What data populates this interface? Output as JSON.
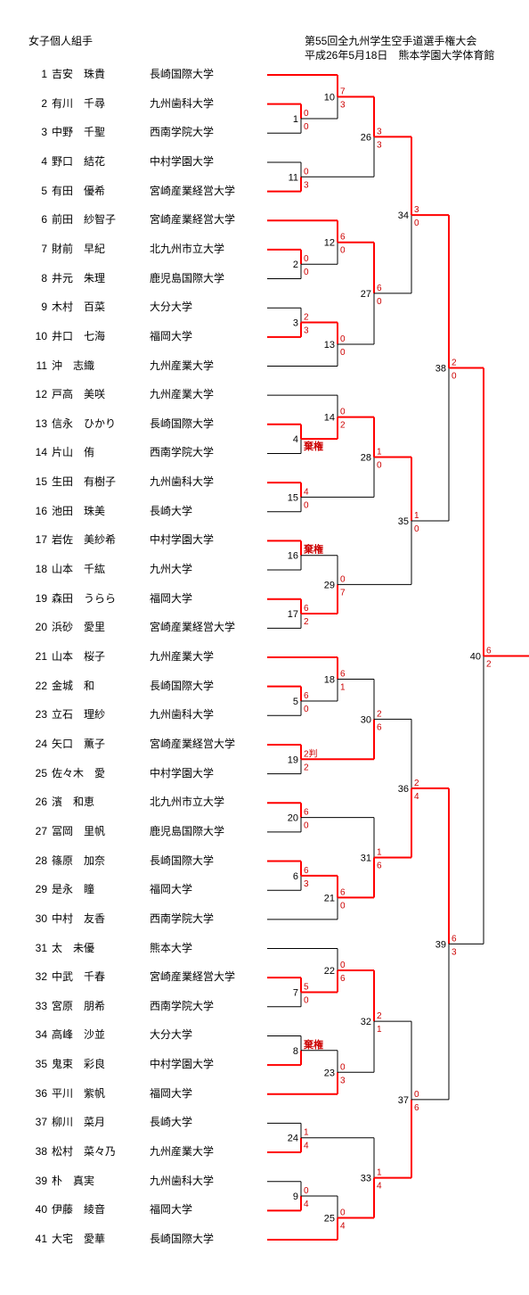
{
  "header": {
    "category": "女子個人組手",
    "event": "第55回全九州学生空手道選手権大会",
    "date_venue": "平成26年5月18日　熊本学園大学体育館"
  },
  "colors": {
    "winner": "#ff0000",
    "line": "#000000",
    "score": "#cc0000"
  },
  "players": [
    {
      "no": "1",
      "name": "吉安　珠貴",
      "school": "長崎国際大学"
    },
    {
      "no": "2",
      "name": "有川　千尋",
      "school": "九州歯科大学"
    },
    {
      "no": "3",
      "name": "中野　千聖",
      "school": "西南学院大学"
    },
    {
      "no": "4",
      "name": "野口　結花",
      "school": "中村学園大学"
    },
    {
      "no": "5",
      "name": "有田　優希",
      "school": "宮崎産業経営大学"
    },
    {
      "no": "6",
      "name": "前田　紗智子",
      "school": "宮崎産業経営大学"
    },
    {
      "no": "7",
      "name": "財前　早紀",
      "school": "北九州市立大学"
    },
    {
      "no": "8",
      "name": "井元　朱理",
      "school": "鹿児島国際大学"
    },
    {
      "no": "9",
      "name": "木村　百菜",
      "school": "大分大学"
    },
    {
      "no": "10",
      "name": "井口　七海",
      "school": "福岡大学"
    },
    {
      "no": "11",
      "name": "沖　志織",
      "school": "九州産業大学"
    },
    {
      "no": "12",
      "name": "戸高　美咲",
      "school": "九州産業大学"
    },
    {
      "no": "13",
      "name": "信永　ひかり",
      "school": "長崎国際大学"
    },
    {
      "no": "14",
      "name": "片山　侑",
      "school": "西南学院大学"
    },
    {
      "no": "15",
      "name": "生田　有樹子",
      "school": "九州歯科大学"
    },
    {
      "no": "16",
      "name": "池田　珠美",
      "school": "長崎大学"
    },
    {
      "no": "17",
      "name": "岩佐　美紗希",
      "school": "中村学園大学"
    },
    {
      "no": "18",
      "name": "山本　千紘",
      "school": "九州大学"
    },
    {
      "no": "19",
      "name": "森田　うらら",
      "school": "福岡大学"
    },
    {
      "no": "20",
      "name": "浜砂　愛里",
      "school": "宮崎産業経営大学"
    },
    {
      "no": "21",
      "name": "山本　桜子",
      "school": "九州産業大学"
    },
    {
      "no": "22",
      "name": "金城　和",
      "school": "長崎国際大学"
    },
    {
      "no": "23",
      "name": "立石　理紗",
      "school": "九州歯科大学"
    },
    {
      "no": "24",
      "name": "矢口　薫子",
      "school": "宮崎産業経営大学"
    },
    {
      "no": "25",
      "name": "佐々木　愛",
      "school": "中村学園大学"
    },
    {
      "no": "26",
      "name": "濱　和恵",
      "school": "北九州市立大学"
    },
    {
      "no": "27",
      "name": "冨岡　里帆",
      "school": "鹿児島国際大学"
    },
    {
      "no": "28",
      "name": "篠原　加奈",
      "school": "長崎国際大学"
    },
    {
      "no": "29",
      "name": "是永　瞳",
      "school": "福岡大学"
    },
    {
      "no": "30",
      "name": "中村　友香",
      "school": "西南学院大学"
    },
    {
      "no": "31",
      "name": "太　未優",
      "school": "熊本大学"
    },
    {
      "no": "32",
      "name": "中武　千春",
      "school": "宮崎産業経営大学"
    },
    {
      "no": "33",
      "name": "宮原　朋希",
      "school": "西南学院大学"
    },
    {
      "no": "34",
      "name": "高峰　沙並",
      "school": "大分大学"
    },
    {
      "no": "35",
      "name": "鬼束　彩良",
      "school": "中村学園大学"
    },
    {
      "no": "36",
      "name": "平川　紫帆",
      "school": "福岡大学"
    },
    {
      "no": "37",
      "name": "柳川　菜月",
      "school": "長崎大学"
    },
    {
      "no": "38",
      "name": "松村　菜々乃",
      "school": "九州産業大学"
    },
    {
      "no": "39",
      "name": "朴　真実",
      "school": "九州歯科大学"
    },
    {
      "no": "40",
      "name": "伊藤　綾音",
      "school": "福岡大学"
    },
    {
      "no": "41",
      "name": "大宅　愛華",
      "school": "長崎国際大学"
    }
  ],
  "matches": [
    {
      "id": "1",
      "a": "p2",
      "b": "p3",
      "sa": "0",
      "sb": "0",
      "w": "a"
    },
    {
      "id": "2",
      "a": "p7",
      "b": "p8",
      "sa": "0",
      "sb": "0",
      "w": "a"
    },
    {
      "id": "3",
      "a": "p9",
      "b": "p10",
      "sa": "2",
      "sb": "3",
      "w": "b"
    },
    {
      "id": "4",
      "a": "p13",
      "b": "p14",
      "sa": "",
      "sb": "棄権",
      "w": "a"
    },
    {
      "id": "5",
      "a": "p22",
      "b": "p23",
      "sa": "6",
      "sb": "0",
      "w": "a"
    },
    {
      "id": "6",
      "a": "p28",
      "b": "p29",
      "sa": "6",
      "sb": "3",
      "w": "a"
    },
    {
      "id": "7",
      "a": "p32",
      "b": "p33",
      "sa": "5",
      "sb": "0",
      "w": "a"
    },
    {
      "id": "8",
      "a": "p34",
      "b": "p35",
      "sa": "棄権",
      "sb": "",
      "w": "b"
    },
    {
      "id": "9",
      "a": "p39",
      "b": "p40",
      "sa": "0",
      "sb": "4",
      "w": "b"
    },
    {
      "id": "10",
      "a": "p1",
      "b": "m1",
      "sa": "7",
      "sb": "3",
      "w": "a"
    },
    {
      "id": "11",
      "a": "p4",
      "b": "p5",
      "sa": "0",
      "sb": "3",
      "w": "b"
    },
    {
      "id": "12",
      "a": "p6",
      "b": "m2",
      "sa": "6",
      "sb": "0",
      "w": "a"
    },
    {
      "id": "13",
      "a": "m3",
      "b": "p11",
      "sa": "0",
      "sb": "0",
      "w": "a"
    },
    {
      "id": "14",
      "a": "p12",
      "b": "m4",
      "sa": "0",
      "sb": "2",
      "w": "b"
    },
    {
      "id": "15",
      "a": "p15",
      "b": "p16",
      "sa": "4",
      "sb": "0",
      "w": "a"
    },
    {
      "id": "16",
      "a": "p17",
      "b": "p18",
      "sa": "棄権",
      "sb": "",
      "w": "a"
    },
    {
      "id": "17",
      "a": "p19",
      "b": "p20",
      "sa": "6",
      "sb": "2",
      "w": "a"
    },
    {
      "id": "18",
      "a": "p21",
      "b": "m5",
      "sa": "6",
      "sb": "1",
      "w": "a"
    },
    {
      "id": "19",
      "a": "p24",
      "b": "p25",
      "sa": "2判",
      "sb": "2",
      "w": "a"
    },
    {
      "id": "20",
      "a": "p26",
      "b": "p27",
      "sa": "6",
      "sb": "0",
      "w": "a"
    },
    {
      "id": "21",
      "a": "m6",
      "b": "p30",
      "sa": "6",
      "sb": "0",
      "w": "a"
    },
    {
      "id": "22",
      "a": "p31",
      "b": "m7",
      "sa": "0",
      "sb": "6",
      "w": "b"
    },
    {
      "id": "23",
      "a": "m8",
      "b": "p36",
      "sa": "0",
      "sb": "3",
      "w": "b"
    },
    {
      "id": "24",
      "a": "p37",
      "b": "p38",
      "sa": "1",
      "sb": "4",
      "w": "b"
    },
    {
      "id": "25",
      "a": "m9",
      "b": "p41",
      "sa": "0",
      "sb": "4",
      "w": "b"
    },
    {
      "id": "26",
      "a": "m10",
      "b": "m11",
      "sa": "3",
      "sb": "3",
      "w": "a"
    },
    {
      "id": "27",
      "a": "m12",
      "b": "m13",
      "sa": "6",
      "sb": "0",
      "w": "a"
    },
    {
      "id": "28",
      "a": "m14",
      "b": "m15",
      "sa": "1",
      "sb": "0",
      "w": "a"
    },
    {
      "id": "29",
      "a": "m16",
      "b": "m17",
      "sa": "0",
      "sb": "7",
      "w": "b"
    },
    {
      "id": "30",
      "a": "m18",
      "b": "m19",
      "sa": "2",
      "sb": "6",
      "w": "b"
    },
    {
      "id": "31",
      "a": "m20",
      "b": "m21",
      "sa": "1",
      "sb": "6",
      "w": "b"
    },
    {
      "id": "32",
      "a": "m22",
      "b": "m23",
      "sa": "2",
      "sb": "1",
      "w": "a"
    },
    {
      "id": "33",
      "a": "m24",
      "b": "m25",
      "sa": "1",
      "sb": "4",
      "w": "b"
    },
    {
      "id": "34",
      "a": "m26",
      "b": "m27",
      "sa": "3",
      "sb": "0",
      "w": "a"
    },
    {
      "id": "35",
      "a": "m28",
      "b": "m29",
      "sa": "1",
      "sb": "0",
      "w": "a"
    },
    {
      "id": "36",
      "a": "m30",
      "b": "m31",
      "sa": "2",
      "sb": "4",
      "w": "b"
    },
    {
      "id": "37",
      "a": "m32",
      "b": "m33",
      "sa": "0",
      "sb": "6",
      "w": "b"
    },
    {
      "id": "38",
      "a": "m34",
      "b": "m35",
      "sa": "2",
      "sb": "0",
      "w": "a"
    },
    {
      "id": "39",
      "a": "m36",
      "b": "m37",
      "sa": "6",
      "sb": "3",
      "w": "a"
    },
    {
      "id": "40",
      "a": "m38",
      "b": "m39",
      "sa": "6",
      "sb": "2",
      "w": "a"
    }
  ]
}
